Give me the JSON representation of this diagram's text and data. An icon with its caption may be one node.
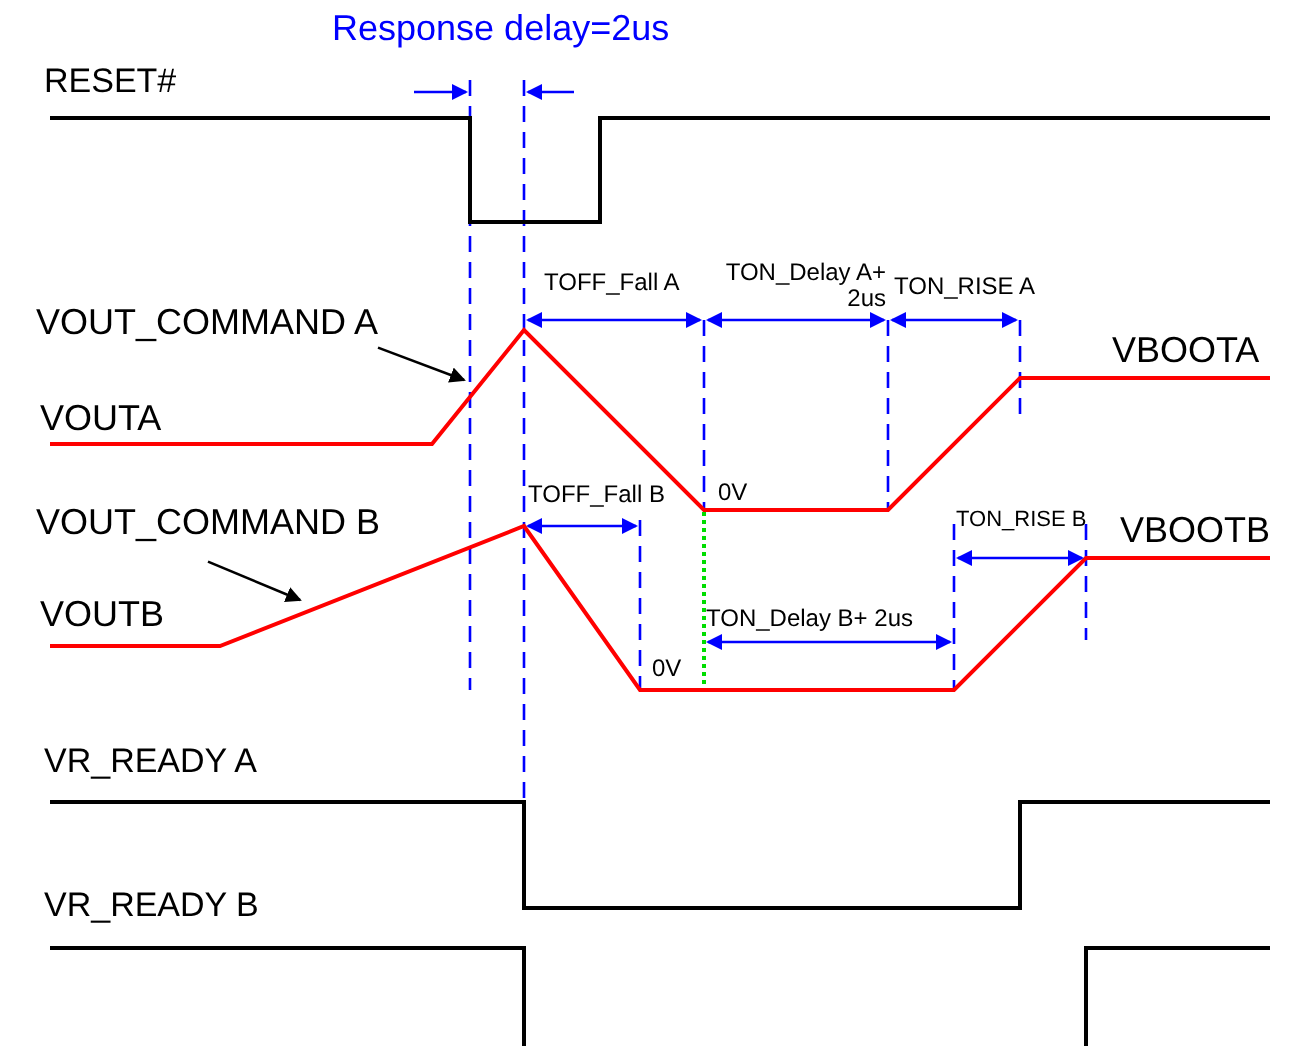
{
  "diagram": {
    "nodes": [
      {
        "text": [
          "VOUT_COMMAND A"
        ]
      },
      {
        "text": [
          "VOUT_COMMAND B"
        ]
      }
    ],
    "edges": [
      {
        "from": 0,
        "to": null,
        "arrow": "to"
      },
      {
        "from": 1,
        "to": null,
        "arrow": "to"
      }
    ],
    "labels": [
      "Response delay=2us",
      "RESET#",
      "TOFF_Fall A",
      "TON_Delay A+ 2us",
      "TON_RISE A",
      "VBOOTA",
      "VOUTA",
      "TOFF_Fall B",
      "0V",
      "TON_RISE B",
      "VBOOTB",
      "VOUTB",
      "TON_Delay B+ 2us",
      "0V",
      "VR_READY A",
      "VR_READY B"
    ]
  }
}
